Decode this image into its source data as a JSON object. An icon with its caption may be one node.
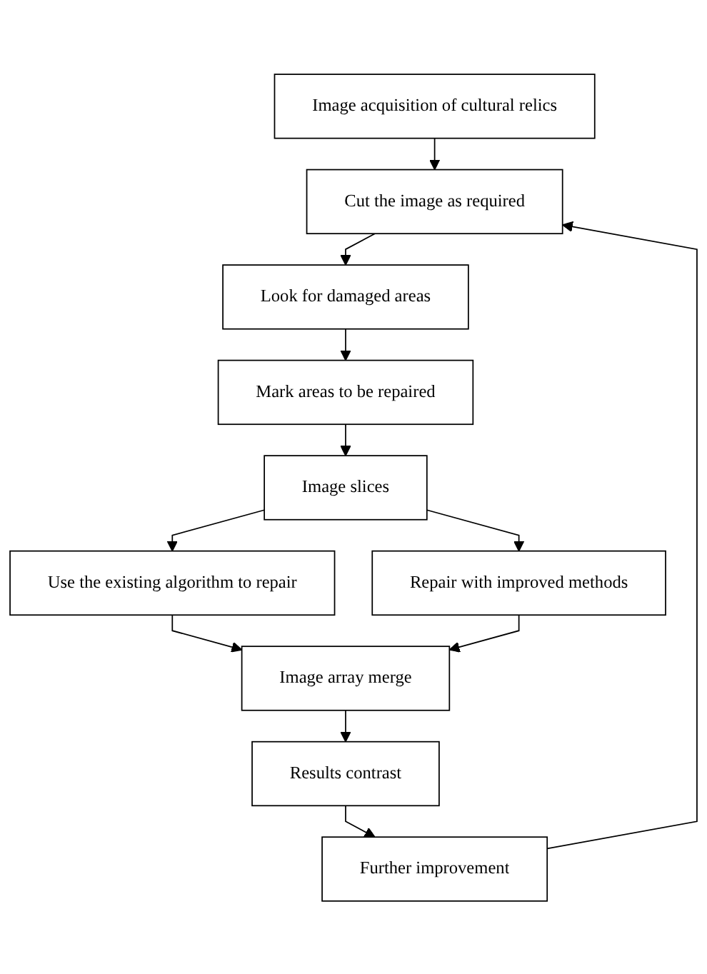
{
  "diagram": {
    "nodes": [
      {
        "text": [
          "Image acquisition of cultural relics"
        ]
      },
      {
        "text": [
          "Cut the image as required"
        ]
      },
      {
        "text": [
          "Look for damaged areas"
        ]
      },
      {
        "text": [
          "Mark areas to be repaired"
        ]
      },
      {
        "text": [
          "Image slices"
        ]
      },
      {
        "text": [
          "Use the existing algorithm to repair"
        ]
      },
      {
        "text": [
          "Repair with improved methods"
        ]
      },
      {
        "text": [
          "Image array merge"
        ]
      },
      {
        "text": [
          "Results contrast"
        ]
      },
      {
        "text": [
          "Further improvement"
        ]
      }
    ],
    "edges": [
      {
        "from": 0,
        "to": 1,
        "arrow": "to"
      },
      {
        "from": 9,
        "to": 1,
        "arrow": "to"
      },
      {
        "from": 1,
        "to": 2,
        "arrow": "to"
      },
      {
        "from": 2,
        "to": 3,
        "arrow": "to"
      },
      {
        "from": 3,
        "to": 4,
        "arrow": "to"
      },
      {
        "from": 4,
        "to": 5,
        "arrow": "to"
      },
      {
        "from": 4,
        "to": 6,
        "arrow": "to"
      },
      {
        "from": 5,
        "to": 7,
        "arrow": "to"
      },
      {
        "from": 6,
        "to": 7,
        "arrow": "to"
      },
      {
        "from": 7,
        "to": 8,
        "arrow": "to"
      },
      {
        "from": 8,
        "to": 9,
        "arrow": "to"
      }
    ]
  }
}
